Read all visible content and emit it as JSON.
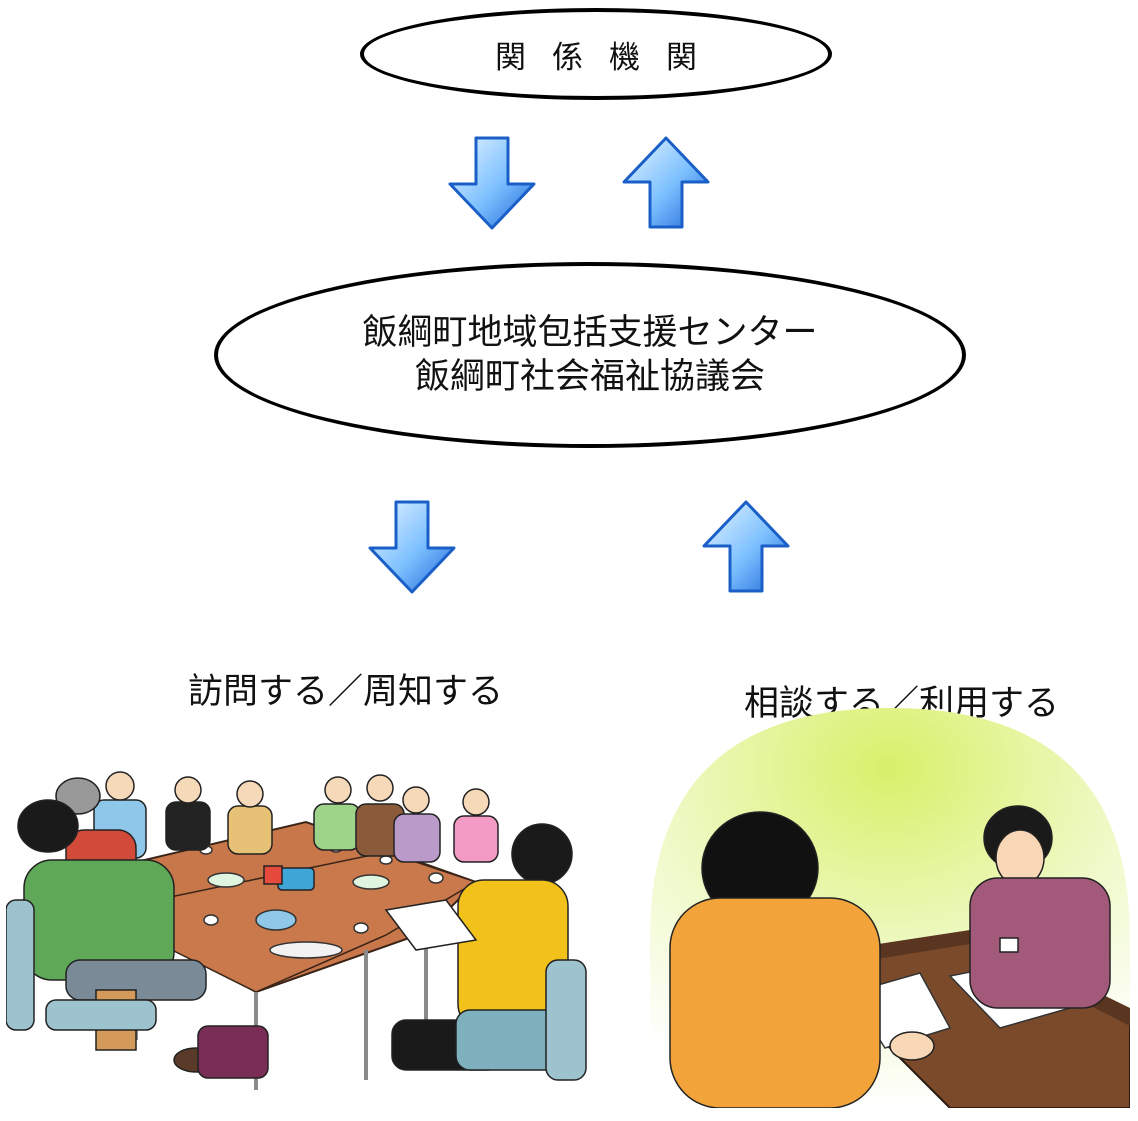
{
  "top_node": {
    "label": "関係機関"
  },
  "center_node": {
    "line1": "飯綱町地域包括支援センター",
    "line2": "飯綱町社会福祉協議会"
  },
  "captions": {
    "left": "訪問する／周知する",
    "right": "相談する／利用する"
  },
  "arrows": {
    "upper_pair": [
      "down",
      "up"
    ],
    "lower_pair": [
      "down",
      "up"
    ],
    "color_light": "#cfe9ff",
    "color_dark": "#1c6fe0"
  },
  "illustrations": {
    "left": "group-meeting-illustration",
    "right": "consultation-illustration",
    "right_bg_color": "#d8f06a"
  }
}
